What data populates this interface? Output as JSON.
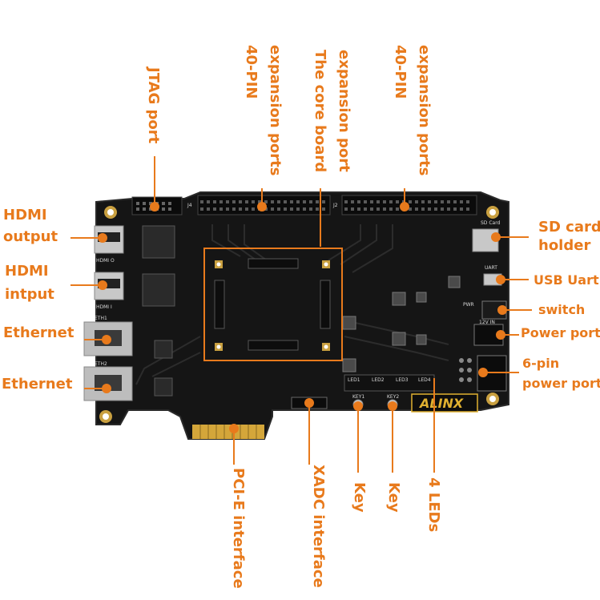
{
  "labels": {
    "hdmi_output": [
      "HDMI",
      "output"
    ],
    "hdmi_input": [
      "HDMI",
      "intput"
    ],
    "ethernet_1": "Ethernet",
    "ethernet_2": "Ethernet",
    "jtag": "JTAG port",
    "expansion_left": [
      "expansion ports",
      "40-PIN"
    ],
    "core_board": [
      "expansion port",
      "The core board"
    ],
    "expansion_right": [
      "expansion ports",
      "40-PIN"
    ],
    "sd_card": [
      "SD card",
      "holder"
    ],
    "usb_uart": "USB Uart",
    "switch": "switch",
    "power_port": "Power port",
    "six_pin": [
      "6-pin",
      "power port"
    ],
    "pcie": "PCI-E interface",
    "xadc": "XADC interface",
    "key_1": "Key",
    "key_2": "Key",
    "leds": "4 LEDs"
  },
  "silkscreen": {
    "brand": "ALINX",
    "hdmi_o": "HDMI O",
    "hdmi_i": "HDMI I",
    "eth1": "ETH1",
    "eth2": "ETH2",
    "sd_card": "SD Card",
    "uart": "UART",
    "pwr": "PWR",
    "vin": "12V IN",
    "led1": "LED1",
    "led2": "LED2",
    "led3": "LED3",
    "led4": "LED4",
    "key1": "KEY1",
    "key2": "KEY2",
    "j4": "J4",
    "j2": "J2"
  },
  "colors": {
    "accent": "#e87a1c",
    "board": "#141414",
    "gold": "#d4a63a"
  }
}
